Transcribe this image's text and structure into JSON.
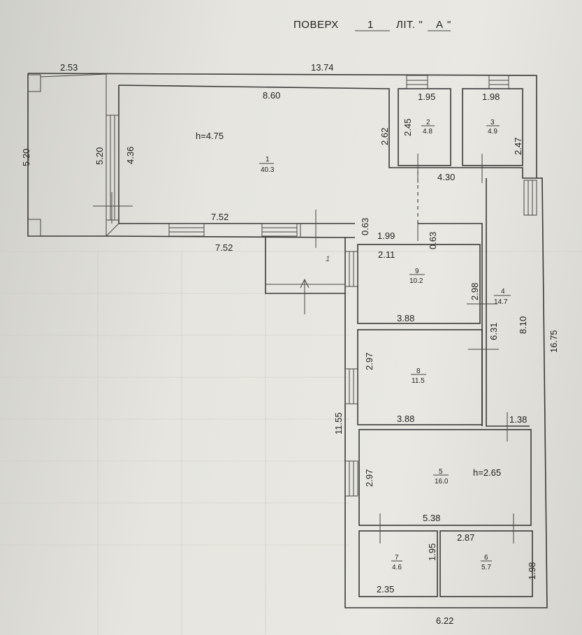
{
  "header": {
    "floor_label": "ПОВЕРХ",
    "floor_value": "1",
    "lit_label": "ЛІТ. \"",
    "lit_value": "А",
    "lit_close": "\""
  },
  "outer_dims": {
    "top_left": "2.53",
    "top_total": "13.74",
    "left_outer": "5.20",
    "right_total": "16.75",
    "bottom_total": "6.22",
    "left_lower": "11.55"
  },
  "rooms": {
    "r1": {
      "num": "1",
      "area": "40.3",
      "height": "h=4.75",
      "d_top": "8.60",
      "d_left": "4.36",
      "d_left2": "5.20",
      "d_bottom": "7.52",
      "d_right": "2.62"
    },
    "r2": {
      "num": "2",
      "area": "4.8",
      "d_top": "1.95",
      "d_side": "2.45"
    },
    "r3": {
      "num": "3",
      "area": "4.9",
      "d_top": "1.98",
      "d_side": "2.47"
    },
    "r4": {
      "num": "4",
      "area": "14.7",
      "d_top": "4.30",
      "d_side": "8.10",
      "d_bottom": "1.38",
      "d_mid": "6.31"
    },
    "r5": {
      "num": "5",
      "area": "16.0",
      "height": "h=2.65",
      "d_side": "2.97",
      "d_bottom": "5.38"
    },
    "r6": {
      "num": "6",
      "area": "5.7",
      "d_top": "2.87",
      "d_side": "1.98"
    },
    "r7": {
      "num": "7",
      "area": "4.6",
      "d_bottom": "2.35",
      "d_side": "1.95"
    },
    "r8": {
      "num": "8",
      "area": "11.5",
      "d_side": "2.97",
      "d_bottom": "3.88"
    },
    "r9": {
      "num": "9",
      "area": "10.2",
      "d_top": "2.11",
      "d_side": "2.98",
      "d_bottom": "3.88"
    },
    "porch": {
      "num": "1"
    }
  },
  "misc_dims": {
    "outside_below_r1": "7.52",
    "corridor_top": "1.99",
    "step_left": "0.63",
    "step_right": "0.63"
  }
}
